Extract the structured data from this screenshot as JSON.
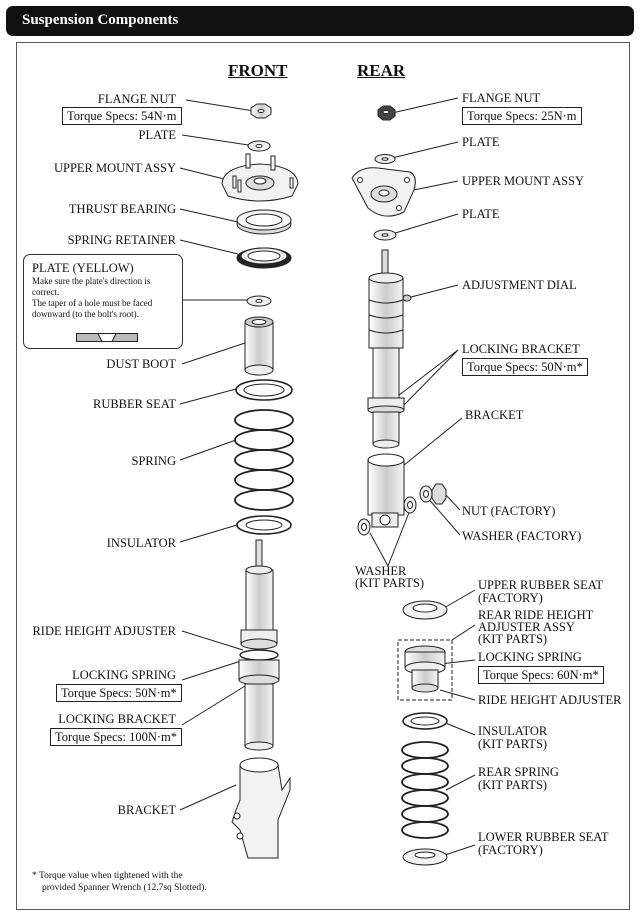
{
  "header": {
    "title": "Suspension Components"
  },
  "front": {
    "heading": "FRONT",
    "labels": {
      "flange_nut": "FLANGE NUT",
      "plate": "PLATE",
      "upper_mount": "UPPER MOUNT ASSY",
      "thrust_bearing": "THRUST BEARING",
      "spring_retainer": "SPRING RETAINER",
      "dust_boot": "DUST BOOT",
      "rubber_seat": "RUBBER SEAT",
      "spring": "SPRING",
      "insulator": "INSULATOR",
      "ride_height_adjuster": "RIDE HEIGHT ADJUSTER",
      "locking_spring": "LOCKING SPRING",
      "locking_bracket": "LOCKING BRACKET",
      "bracket": "BRACKET"
    },
    "specs": {
      "flange_nut": "Torque Specs: 54N·m",
      "locking_spring": "Torque Specs: 50N·m*",
      "locking_bracket": "Torque Specs: 100N·m*"
    },
    "note": {
      "title": "PLATE (YELLOW)",
      "line1": "Make sure the plate's direction is correct.",
      "line2": "The taper of a hole must be faced downward (to the bolt's root)."
    }
  },
  "rear": {
    "heading": "REAR",
    "labels": {
      "flange_nut": "FLANGE NUT",
      "plate_top": "PLATE",
      "upper_mount": "UPPER MOUNT ASSY",
      "plate_bottom": "PLATE",
      "adjustment_dial": "ADJUSTMENT DIAL",
      "locking_bracket": "LOCKING BRACKET",
      "bracket": "BRACKET",
      "nut": "NUT (FACTORY)",
      "washer_factory": "WASHER (FACTORY)",
      "washer_kit_1": "WASHER",
      "washer_kit_2": "(KIT PARTS)",
      "upper_rubber_seat_1": "UPPER RUBBER SEAT",
      "upper_rubber_seat_2": "(FACTORY)",
      "rear_rha_1": "REAR RIDE HEIGHT",
      "rear_rha_2": "ADJUSTER ASSY",
      "rear_rha_3": "(KIT PARTS)",
      "locking_spring": "LOCKING SPRING",
      "ride_height_adjuster": "RIDE HEIGHT ADJUSTER",
      "insulator_1": "INSULATOR",
      "insulator_2": "(KIT PARTS)",
      "rear_spring_1": "REAR SPRING",
      "rear_spring_2": "(KIT PARTS)",
      "lower_rubber_seat_1": "LOWER RUBBER SEAT",
      "lower_rubber_seat_2": "(FACTORY)"
    },
    "specs": {
      "flange_nut": "Torque Specs: 25N·m",
      "locking_bracket": "Torque Specs: 50N·m*",
      "locking_spring": "Torque Specs: 60N·m*"
    }
  },
  "footnote": {
    "line1": "* Torque value when tightened with the",
    "line2": "provided Spanner Wrench (12.7sq Slotted)."
  }
}
